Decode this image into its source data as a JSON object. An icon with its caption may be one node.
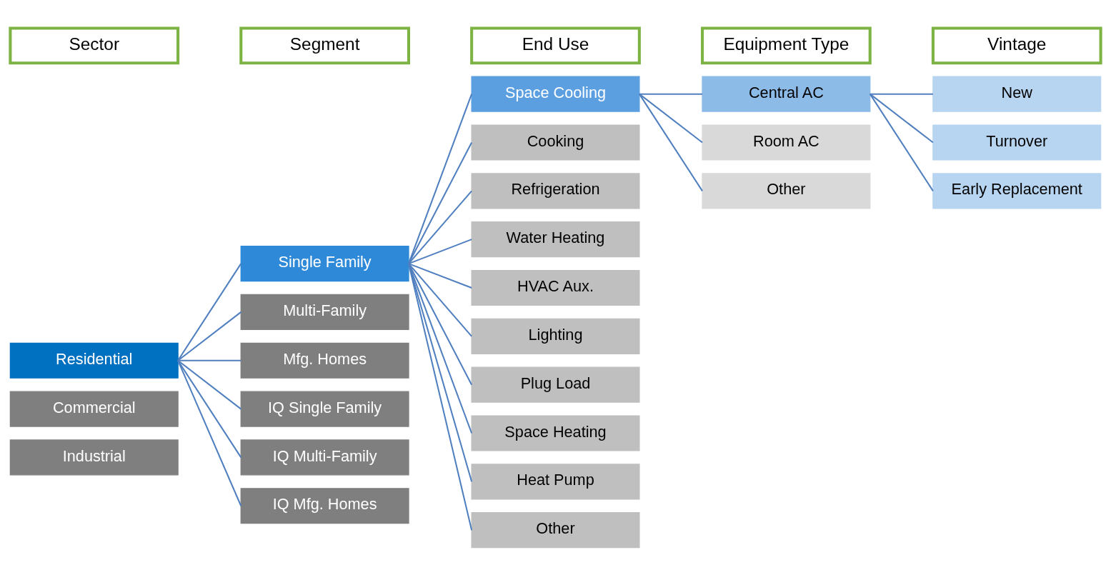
{
  "diagram": {
    "nodes": [
      {
        "text": [
          "Sector"
        ]
      },
      {
        "text": [
          "Segment"
        ]
      },
      {
        "text": [
          "End Use"
        ]
      },
      {
        "text": [
          "Equipment Type"
        ]
      },
      {
        "text": [
          "Vintage"
        ]
      },
      {
        "text": [
          "Residential"
        ]
      },
      {
        "text": [
          "Commercial"
        ]
      },
      {
        "text": [
          "Industrial"
        ]
      },
      {
        "text": [
          "Single Family"
        ]
      },
      {
        "text": [
          "Multi-Family"
        ]
      },
      {
        "text": [
          "Mfg. Homes"
        ]
      },
      {
        "text": [
          "IQ Single Family"
        ]
      },
      {
        "text": [
          "IQ Multi-Family"
        ]
      },
      {
        "text": [
          "IQ Mfg. Homes"
        ]
      },
      {
        "text": [
          "Space Cooling"
        ]
      },
      {
        "text": [
          "Cooking"
        ]
      },
      {
        "text": [
          "Refrigeration"
        ]
      },
      {
        "text": [
          "Water Heating"
        ]
      },
      {
        "text": [
          "HVAC Aux."
        ]
      },
      {
        "text": [
          "Lighting"
        ]
      },
      {
        "text": [
          "Plug Load"
        ]
      },
      {
        "text": [
          "Space Heating"
        ]
      },
      {
        "text": [
          "Heat Pump"
        ]
      },
      {
        "text": [
          "Other"
        ]
      },
      {
        "text": [
          "Central AC"
        ]
      },
      {
        "text": [
          "Room AC"
        ]
      },
      {
        "text": [
          "Other"
        ]
      },
      {
        "text": [
          "New"
        ]
      },
      {
        "text": [
          "Turnover"
        ]
      },
      {
        "text": [
          "Early Replacement"
        ]
      }
    ],
    "edges": [
      {
        "from": 5,
        "to": 8,
        "arrow": "none"
      },
      {
        "from": 5,
        "to": 9,
        "arrow": "none"
      },
      {
        "from": 5,
        "to": 10,
        "arrow": "none"
      },
      {
        "from": 5,
        "to": 11,
        "arrow": "none"
      },
      {
        "from": 5,
        "to": 12,
        "arrow": "none"
      },
      {
        "from": 5,
        "to": 13,
        "arrow": "none"
      },
      {
        "from": 8,
        "to": 14,
        "arrow": "none"
      },
      {
        "from": 8,
        "to": 15,
        "arrow": "none"
      },
      {
        "from": 8,
        "to": 16,
        "arrow": "none"
      },
      {
        "from": 8,
        "to": 17,
        "arrow": "none"
      },
      {
        "from": 8,
        "to": 18,
        "arrow": "none"
      },
      {
        "from": 8,
        "to": 19,
        "arrow": "none"
      },
      {
        "from": 8,
        "to": 20,
        "arrow": "none"
      },
      {
        "from": 8,
        "to": 21,
        "arrow": "none"
      },
      {
        "from": 8,
        "to": 22,
        "arrow": "none"
      },
      {
        "from": 8,
        "to": 23,
        "arrow": "none"
      },
      {
        "from": 14,
        "to": 24,
        "arrow": "none"
      },
      {
        "from": 14,
        "to": 25,
        "arrow": "none"
      },
      {
        "from": 14,
        "to": 26,
        "arrow": "none"
      },
      {
        "from": 24,
        "to": 27,
        "arrow": "none"
      },
      {
        "from": 24,
        "to": 28,
        "arrow": "none"
      },
      {
        "from": 24,
        "to": 29,
        "arrow": "none"
      }
    ]
  }
}
